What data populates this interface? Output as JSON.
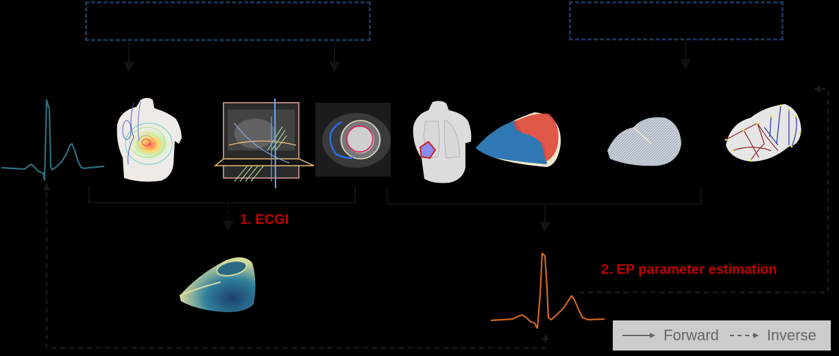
{
  "figure": {
    "top_boxes": [
      {
        "id": "box-left",
        "text": ""
      },
      {
        "id": "box-right",
        "text": ""
      }
    ],
    "illustrations": [
      {
        "name": "ecg-measured",
        "description": "measured ECG trace",
        "color": "#2f6f80"
      },
      {
        "name": "torso-bspm",
        "description": "torso with body surface potential isolines"
      },
      {
        "name": "mri-long-axis",
        "description": "cardiac MRI slices with contours"
      },
      {
        "name": "mri-short-axis",
        "description": "short-axis MRI with endo/epi contours"
      },
      {
        "name": "torso-anatomy",
        "description": "torso with lungs and heart"
      },
      {
        "name": "ventricles-mesh",
        "description": "biventricular mesh, LV red / RV blue"
      },
      {
        "name": "fiber-heart",
        "description": "heart with fiber orientation"
      },
      {
        "name": "purkinje-heart",
        "description": "heart with Purkinje network and root nodes"
      },
      {
        "name": "activation-heart",
        "description": "heart with activation map (ECGI result)"
      },
      {
        "name": "ecg-simulated",
        "description": "simulated ECG trace",
        "color": "#d2691e"
      }
    ],
    "steps": {
      "ecgi_label": "1. ECGI",
      "ep_label": "2. EP parameter estimation"
    },
    "legend": {
      "forward_label": "Forward",
      "inverse_label": "Inverse"
    },
    "colors": {
      "background": "#000000",
      "box_border": "#1c3358",
      "step_label": "#c00000",
      "connector": "#111111",
      "legend_bg": "#cccccc",
      "legend_text": "#666666"
    }
  }
}
